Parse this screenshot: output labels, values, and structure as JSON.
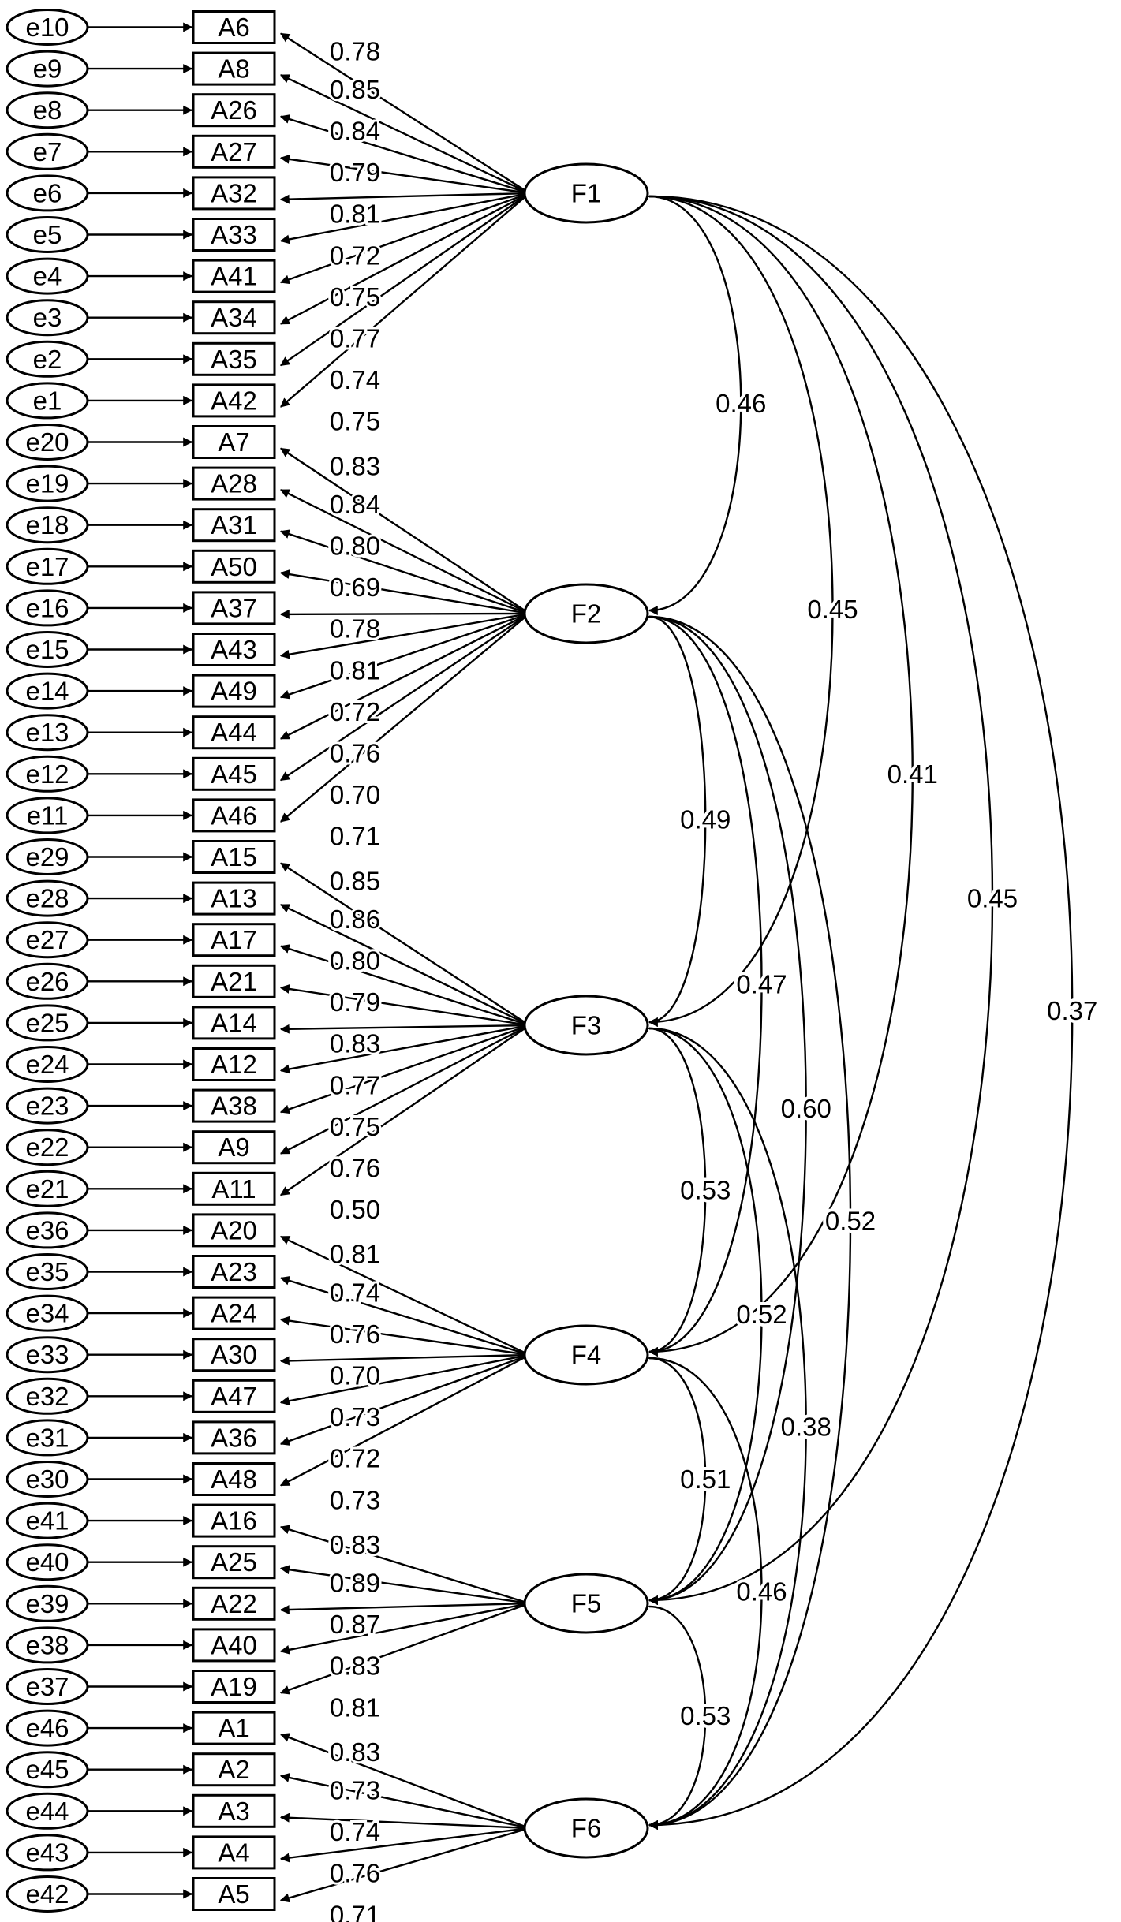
{
  "factors": [
    {
      "name": "F1",
      "items": [
        {
          "item": "A6",
          "error": "e10",
          "loading": "0.78"
        },
        {
          "item": "A8",
          "error": "e9",
          "loading": "0.85"
        },
        {
          "item": "A26",
          "error": "e8",
          "loading": "0.84"
        },
        {
          "item": "A27",
          "error": "e7",
          "loading": "0.79"
        },
        {
          "item": "A32",
          "error": "e6",
          "loading": "0.81"
        },
        {
          "item": "A33",
          "error": "e5",
          "loading": "0.72"
        },
        {
          "item": "A41",
          "error": "e4",
          "loading": "0.75"
        },
        {
          "item": "A34",
          "error": "e3",
          "loading": "0.77"
        },
        {
          "item": "A35",
          "error": "e2",
          "loading": "0.74"
        },
        {
          "item": "A42",
          "error": "e1",
          "loading": "0.75"
        }
      ]
    },
    {
      "name": "F2",
      "items": [
        {
          "item": "A7",
          "error": "e20",
          "loading": "0.83"
        },
        {
          "item": "A28",
          "error": "e19",
          "loading": "0.84"
        },
        {
          "item": "A31",
          "error": "e18",
          "loading": "0.80"
        },
        {
          "item": "A50",
          "error": "e17",
          "loading": "0.69"
        },
        {
          "item": "A37",
          "error": "e16",
          "loading": "0.78"
        },
        {
          "item": "A43",
          "error": "e15",
          "loading": "0.81"
        },
        {
          "item": "A49",
          "error": "e14",
          "loading": "0.72"
        },
        {
          "item": "A44",
          "error": "e13",
          "loading": "0.76"
        },
        {
          "item": "A45",
          "error": "e12",
          "loading": "0.70"
        },
        {
          "item": "A46",
          "error": "e11",
          "loading": "0.71"
        }
      ]
    },
    {
      "name": "F3",
      "items": [
        {
          "item": "A15",
          "error": "e29",
          "loading": "0.85"
        },
        {
          "item": "A13",
          "error": "e28",
          "loading": "0.86"
        },
        {
          "item": "A17",
          "error": "e27",
          "loading": "0.80"
        },
        {
          "item": "A21",
          "error": "e26",
          "loading": "0.79"
        },
        {
          "item": "A14",
          "error": "e25",
          "loading": "0.83"
        },
        {
          "item": "A12",
          "error": "e24",
          "loading": "0.77"
        },
        {
          "item": "A38",
          "error": "e23",
          "loading": "0.75"
        },
        {
          "item": "A9",
          "error": "e22",
          "loading": "0.76"
        },
        {
          "item": "A11",
          "error": "e21",
          "loading": "0.50"
        }
      ]
    },
    {
      "name": "F4",
      "items": [
        {
          "item": "A20",
          "error": "e36",
          "loading": "0.81"
        },
        {
          "item": "A23",
          "error": "e35",
          "loading": "0.74"
        },
        {
          "item": "A24",
          "error": "e34",
          "loading": "0.76"
        },
        {
          "item": "A30",
          "error": "e33",
          "loading": "0.70"
        },
        {
          "item": "A47",
          "error": "e32",
          "loading": "0.73"
        },
        {
          "item": "A36",
          "error": "e31",
          "loading": "0.72"
        },
        {
          "item": "A48",
          "error": "e30",
          "loading": "0.73"
        }
      ]
    },
    {
      "name": "F5",
      "items": [
        {
          "item": "A16",
          "error": "e41",
          "loading": "0.83"
        },
        {
          "item": "A25",
          "error": "e40",
          "loading": "0.89"
        },
        {
          "item": "A22",
          "error": "e39",
          "loading": "0.87"
        },
        {
          "item": "A40",
          "error": "e38",
          "loading": "0.83"
        },
        {
          "item": "A19",
          "error": "e37",
          "loading": "0.81"
        }
      ]
    },
    {
      "name": "F6",
      "items": [
        {
          "item": "A1",
          "error": "e46",
          "loading": "0.83"
        },
        {
          "item": "A2",
          "error": "e45",
          "loading": "0.73"
        },
        {
          "item": "A3",
          "error": "e44",
          "loading": "0.74"
        },
        {
          "item": "A4",
          "error": "e43",
          "loading": "0.76"
        },
        {
          "item": "A5",
          "error": "e42",
          "loading": "0.71"
        }
      ]
    }
  ],
  "correlations": [
    {
      "from": "F1",
      "to": "F2",
      "value": "0.46"
    },
    {
      "from": "F1",
      "to": "F3",
      "value": "0.45"
    },
    {
      "from": "F1",
      "to": "F4",
      "value": "0.41"
    },
    {
      "from": "F1",
      "to": "F5",
      "value": "0.45"
    },
    {
      "from": "F1",
      "to": "F6",
      "value": "0.37"
    },
    {
      "from": "F2",
      "to": "F3",
      "value": "0.49"
    },
    {
      "from": "F2",
      "to": "F4",
      "value": "0.47"
    },
    {
      "from": "F2",
      "to": "F5",
      "value": "0.60"
    },
    {
      "from": "F2",
      "to": "F6",
      "value": "0.52"
    },
    {
      "from": "F3",
      "to": "F4",
      "value": "0.53"
    },
    {
      "from": "F3",
      "to": "F5",
      "value": "0.52"
    },
    {
      "from": "F3",
      "to": "F6",
      "value": "0.38"
    },
    {
      "from": "F4",
      "to": "F5",
      "value": "0.51"
    },
    {
      "from": "F4",
      "to": "F6",
      "value": "0.46"
    },
    {
      "from": "F5",
      "to": "F6",
      "value": "0.53"
    }
  ]
}
